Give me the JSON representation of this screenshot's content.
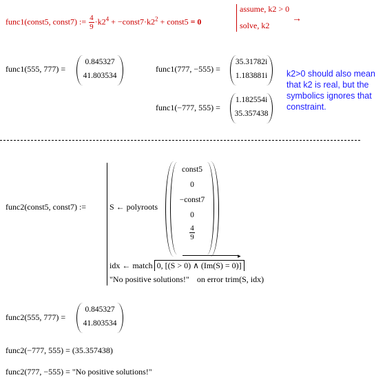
{
  "row1": {
    "lhs": "func1(const5, const7)",
    "assign": ":=",
    "frac_num": "4",
    "frac_den": "9",
    "term1": "·k2",
    "term1_exp": "4",
    "term2": " + −const7·k2",
    "term2_exp": "2",
    "term3": " + const5",
    "eq": "= 0",
    "kw1": "assume, k2 > 0",
    "kw2": "solve, k2",
    "arrow": "→"
  },
  "row2": {
    "left_call": "func1(555, 777) =",
    "left_vals": [
      "0.845327",
      "41.803534"
    ],
    "mid_call": "func1(777, −555) =",
    "mid_vals": [
      "35.31782i",
      "1.183881i"
    ],
    "mid2_call": "func1(−777, 555) =",
    "mid2_vals": [
      "1.182554i",
      "35.357438"
    ],
    "note": "k2>0 should also mean that k2 is real, but the symbolics ignores that constraint."
  },
  "func2": {
    "lhs": "func2(const5, const7)  :=",
    "line1_prefix": "S ← polyroots",
    "coeffs": [
      "const5",
      "0",
      "−const7",
      "0"
    ],
    "coeff_frac_num": "4",
    "coeff_frac_den": "9",
    "line2_prefix": "idx ← match",
    "line2_args": "0, [(S > 0) ∧ (Im(S) = 0)]",
    "line3_msg": "\"No positive solutions!\"",
    "line3_rest": "on error trim(S, idx)"
  },
  "results": {
    "r1_call": "func2(555, 777) =",
    "r1_vals": [
      "0.845327",
      "41.803534"
    ],
    "r2": "func2(−777, 555) = (35.357438)",
    "r3": "func2(777, −555) = \"No positive solutions!\""
  }
}
